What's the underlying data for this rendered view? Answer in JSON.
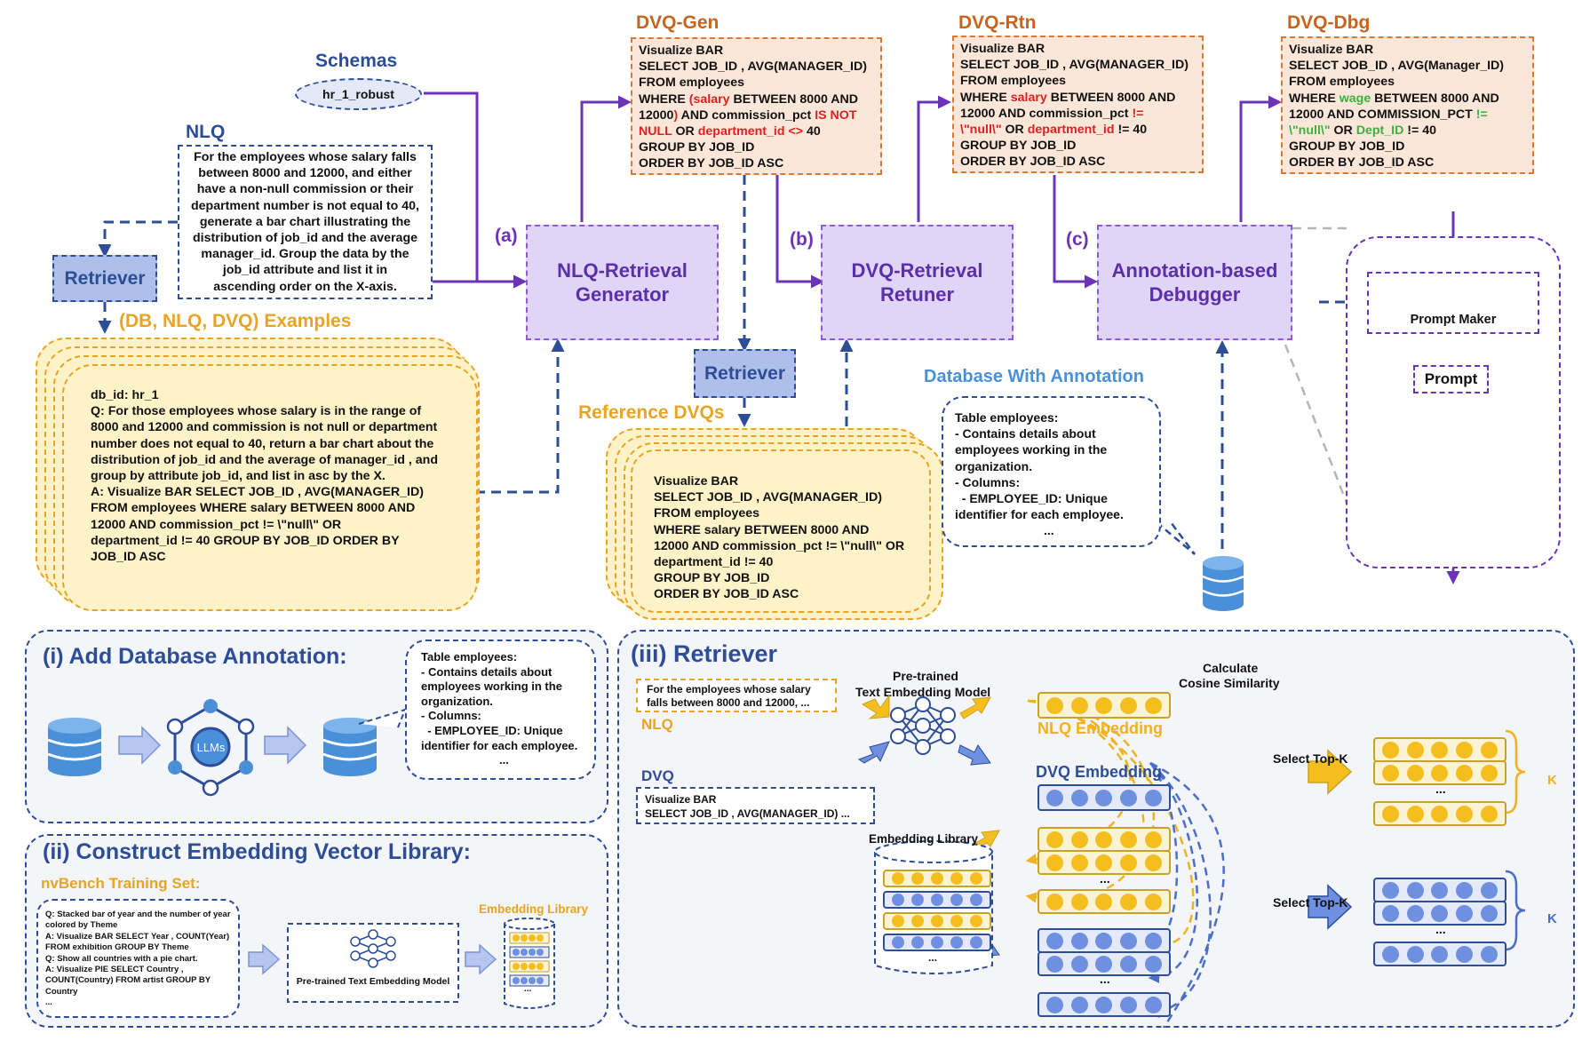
{
  "colors": {
    "orange": "#c8641e",
    "purple": "#8b5cd6",
    "navy": "#2d4e96",
    "yellow": "#e8a423",
    "light_blue": "#4a90d9"
  },
  "schemas": {
    "title": "Schemas",
    "value": "hr_1_robust"
  },
  "nlq": {
    "title": "NLQ",
    "lines": [
      "For the employees whose salary falls",
      "between 8000 and 12000, and either",
      "have a non-null commission or their",
      "department number is not equal to 40,",
      "generate a bar chart illustrating the",
      "distribution of job_id and the average",
      "manager_id. Group the data by the",
      "job_id attribute and list it in",
      "ascending order on the X-axis."
    ]
  },
  "retriever_label": "Retriever",
  "examples": {
    "title": "(DB, NLQ, DVQ) Examples",
    "lines": [
      "db_id: hr_1",
      "",
      "Q: For those employees whose salary is in the range of",
      "8000 and 12000 and commission is not null or department",
      "number does not equal to 40, return a bar chart about the",
      "distribution of job_id and the average of manager_id , and",
      "group by attribute job_id, and list in asc by the X.",
      "",
      "A: Visualize BAR SELECT JOB_ID , AVG(MANAGER_ID)",
      "FROM employees WHERE salary BETWEEN 8000 AND",
      "12000 AND commission_pct != \\\"null\\\" OR",
      "department_id != 40 GROUP BY JOB_ID ORDER BY",
      "JOB_ID ASC"
    ]
  },
  "modules": {
    "a": {
      "tag": "(a)",
      "line1": "NLQ-Retrieval",
      "line2": "Generator"
    },
    "b": {
      "tag": "(b)",
      "line1": "DVQ-Retrieval",
      "line2": "Retuner"
    },
    "c": {
      "tag": "(c)",
      "line1": "Annotation-based",
      "line2": "Debugger"
    }
  },
  "dvq_gen": {
    "title": "DVQ-Gen",
    "l1": "Visualize BAR",
    "l2": "SELECT JOB_ID , AVG(MANAGER_ID)",
    "l3": "FROM employees",
    "l4a": "WHERE ",
    "l4b": "(salary",
    "l4c": " BETWEEN 8000 AND",
    "l5a": "12000",
    "l5b": ")",
    "l5c": " AND commission_pct ",
    "l5d": "IS NOT",
    "l6a": "NULL",
    "l6b": " OR ",
    "l6c": "department_id <>",
    "l6d": " 40",
    "l7": "GROUP BY JOB_ID",
    "l8": "ORDER BY JOB_ID ASC"
  },
  "dvq_rtn": {
    "title": "DVQ-Rtn",
    "l1": "Visualize BAR",
    "l2": "SELECT JOB_ID , AVG(MANAGER_ID)",
    "l3": "FROM employees",
    "l4a": "WHERE ",
    "l4b": "salary",
    "l4c": " BETWEEN 8000 AND",
    "l5a": "12000 AND commission_pct ",
    "l5b": "!=",
    "l6a": "\\\"null\\\"",
    "l6b": " OR ",
    "l6c": "department_id",
    "l6d": " != 40",
    "l7": "GROUP BY JOB_ID",
    "l8": "ORDER BY JOB_ID ASC"
  },
  "dvq_dbg": {
    "title": "DVQ-Dbg",
    "l1": "Visualize BAR",
    "l2": "SELECT JOB_ID , AVG(Manager_ID)",
    "l3": "FROM employees",
    "l4a": "WHERE ",
    "l4b": "wage",
    "l4c": " BETWEEN 8000 AND",
    "l5a": "12000 AND COMMISSION_PCT ",
    "l5b": "!=",
    "l6a": "\\\"null\\\"",
    "l6b": " OR ",
    "l6c": "Dept_ID",
    "l6d": " != 40",
    "l7": "GROUP BY JOB_ID",
    "l8": "ORDER BY JOB_ID ASC"
  },
  "reference": {
    "title": "Reference DVQs",
    "lines": [
      "Visualize BAR",
      "SELECT JOB_ID , AVG(MANAGER_ID)",
      "FROM employees",
      "WHERE salary BETWEEN 8000 AND",
      "12000 AND commission_pct != \\\"null\\\" OR",
      "department_id != 40",
      "GROUP BY JOB_ID",
      "ORDER BY JOB_ID ASC"
    ]
  },
  "annotation": {
    "title": "Database With Annotation",
    "lines": [
      "Table employees:",
      "- Contains details about",
      "employees working in the",
      "organization.",
      "- Columns:",
      "  - EMPLOYEE_ID: Unique",
      "identifier for each employee.",
      "..."
    ]
  },
  "llm_side": {
    "prompt_maker": "Prompt Maker",
    "prompt": "Prompt",
    "llms": "LLMs"
  },
  "panel1": {
    "title": "(i) Add Database Annotation:",
    "llms": "LLMs",
    "lines": [
      "Table employees:",
      "- Contains details about",
      "employees working in the",
      "organization.",
      "- Columns:",
      "  - EMPLOYEE_ID: Unique",
      "identifier for each employee.",
      "..."
    ]
  },
  "panel2": {
    "title": "(ii) Construct Embedding Vector Library:",
    "subtitle": "nvBench Training Set:",
    "lines": [
      "Q: Stacked bar of year and the number of year",
      "colored by Theme",
      "A: Visualize BAR SELECT Year , COUNT(Year)",
      "FROM exhibition GROUP BY Theme",
      "",
      "Q: Show all countries with a pie chart.",
      "A: Visualize PIE SELECT Country ,",
      "COUNT(Country) FROM artist GROUP BY",
      "Country",
      "..."
    ],
    "model": "Pre-trained Text Embedding Model",
    "library": "Embedding Library"
  },
  "panel3": {
    "title": "(iii) Retriever",
    "nlq_text1": "For the employees whose salary",
    "nlq_text2": "falls between 8000 and 12000, ...",
    "nlq_label": "NLQ",
    "dvq_label": "DVQ",
    "dvq_text1": "Visualize BAR",
    "dvq_text2": "SELECT JOB_ID , AVG(MANAGER_ID) ...",
    "model1": "Pre-trained",
    "model2": "Text Embedding Model",
    "cos1": "Calculate",
    "cos2": "Cosine Similarity",
    "nlq_emb": "NLQ Embedding",
    "dvq_emb": "DVQ Embedding",
    "library": "Embedding Library",
    "topk": "Select Top-K",
    "k": "K",
    "ellipsis": "..."
  }
}
